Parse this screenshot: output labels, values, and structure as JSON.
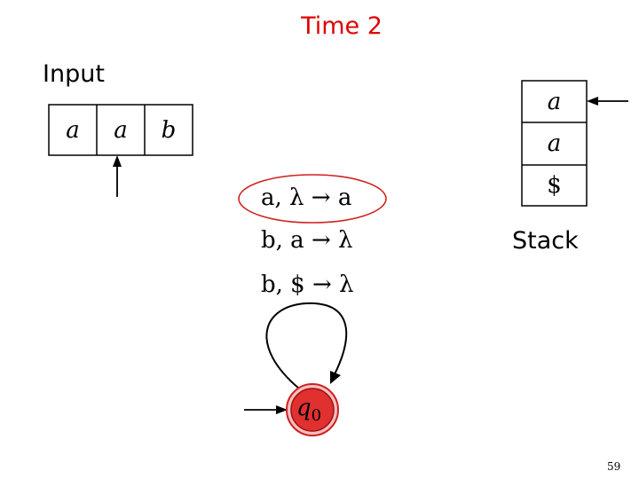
{
  "title": "Time 2",
  "input": {
    "label": "Input",
    "cells": [
      "a",
      "a",
      "b"
    ]
  },
  "stack": {
    "label": "Stack",
    "cells": [
      "a",
      "a",
      "$"
    ]
  },
  "automaton": {
    "transitions": [
      {
        "text": "a, λ → a",
        "highlighted": true
      },
      {
        "text": "b, a → λ",
        "highlighted": false
      },
      {
        "text": "b, $ → λ",
        "highlighted": false
      }
    ],
    "state": {
      "name": "q",
      "subscript": "0"
    }
  },
  "page_number": "59",
  "colors": {
    "title": "#e00000",
    "highlight": "#d02020",
    "state_fill": "#e03030"
  }
}
